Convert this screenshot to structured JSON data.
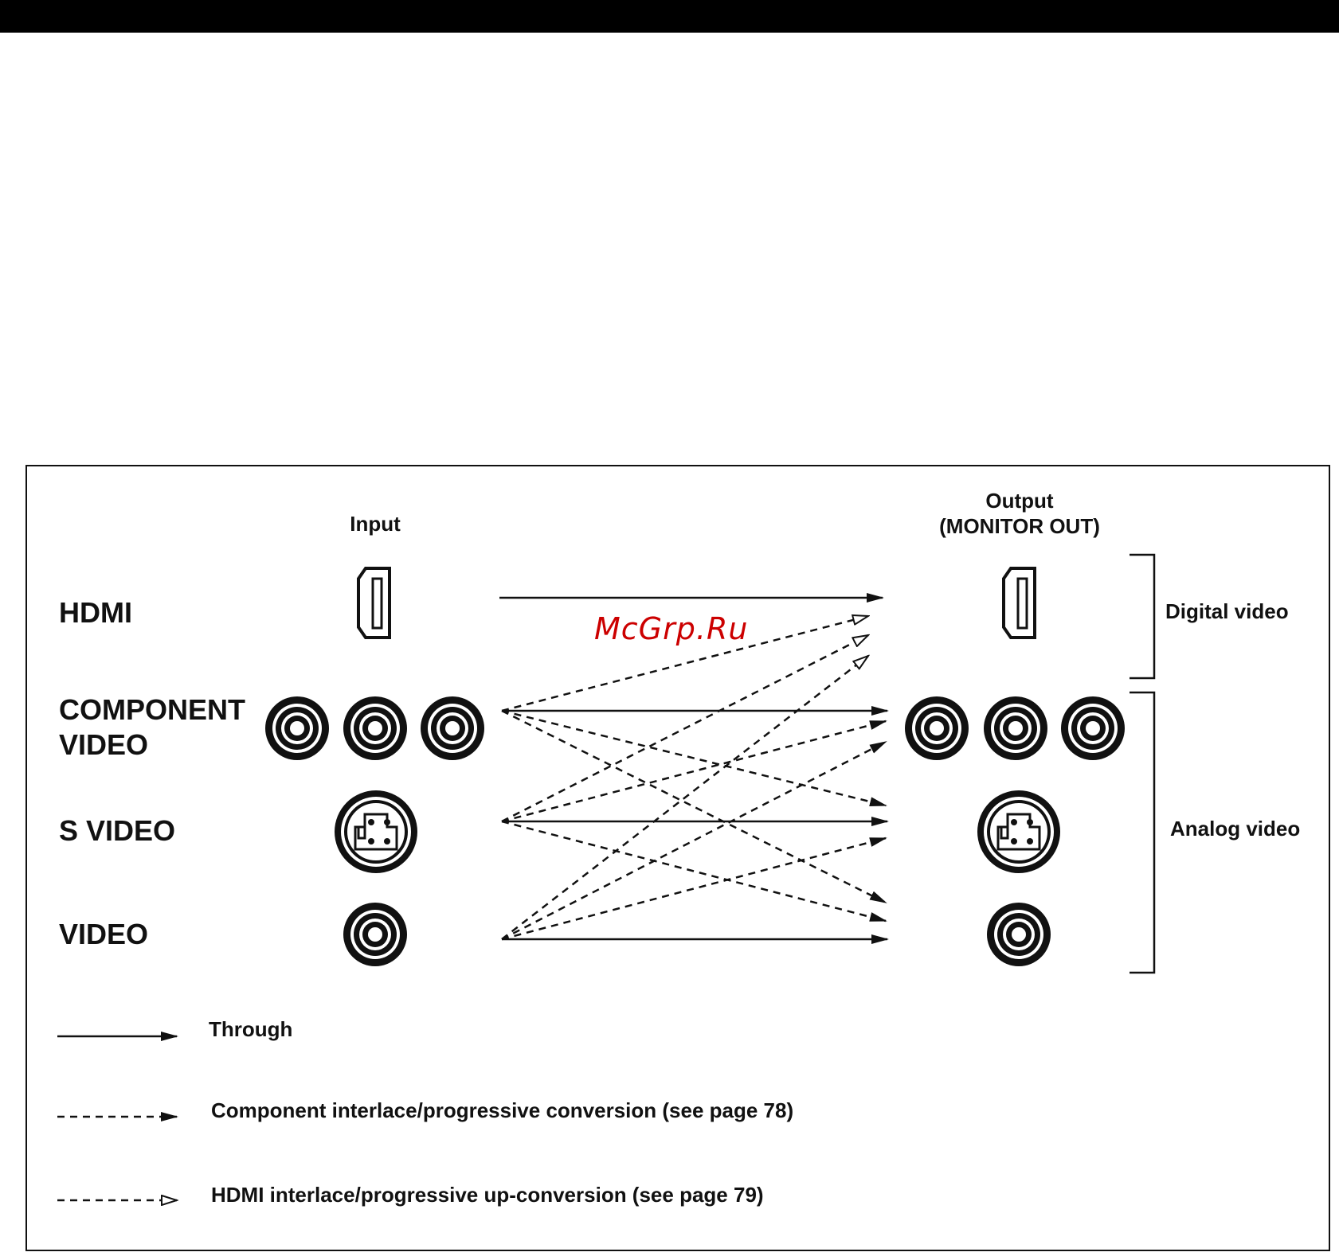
{
  "colors": {
    "ink": "#111111",
    "watermark": "#cc0000",
    "background": "#ffffff"
  },
  "headers": {
    "input": "Input",
    "output_line1": "Output",
    "output_line2": "(MONITOR OUT)"
  },
  "rows": {
    "hdmi": "HDMI",
    "component_line1": "COMPONENT",
    "component_line2": "VIDEO",
    "svideo": "S VIDEO",
    "video": "VIDEO"
  },
  "groups": {
    "digital": "Digital video",
    "analog": "Analog video"
  },
  "legend": {
    "through": "Through",
    "component": "Component interlace/progressive conversion (see page 78)",
    "hdmi": "HDMI interlace/progressive up-conversion (see page 79)"
  },
  "watermark": "McGrp.Ru",
  "icons": [
    "hdmi-port-icon",
    "rca-jack-icon",
    "s-video-jack-icon",
    "solid-arrow-icon",
    "hollow-arrow-icon"
  ]
}
